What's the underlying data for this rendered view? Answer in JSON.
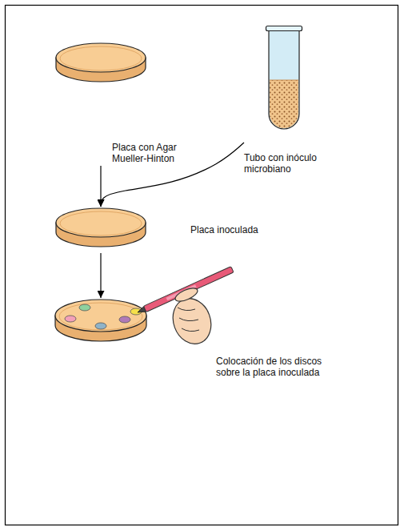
{
  "diagram": {
    "nodes": [
      {
        "text": [
          "Placa con Agar Mueller-Hinton"
        ]
      },
      {
        "text": [
          "Tubo con inóculo microbiano"
        ]
      },
      {
        "text": [
          "Placa inoculada"
        ]
      },
      {
        "text": [
          "Colocación de los discos sobre la placa inoculada"
        ]
      }
    ],
    "edges": [
      {
        "from": 0,
        "to": 2,
        "arrow": "to"
      },
      {
        "from": 1,
        "to": 2,
        "arrow": "to"
      },
      {
        "from": 2,
        "to": 3,
        "arrow": "to"
      }
    ]
  }
}
